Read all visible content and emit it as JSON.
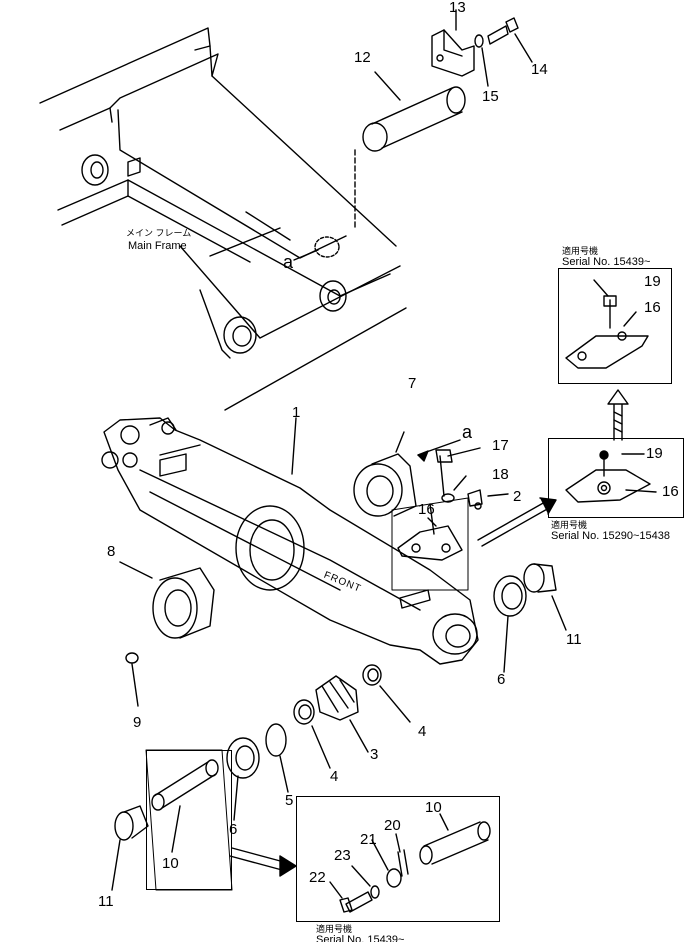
{
  "labels": {
    "main_frame_jp": "メイン フレーム",
    "main_frame_en": "Main Frame",
    "detail_a_upper": "a",
    "detail_a_lower": "a",
    "front": "FRONT",
    "serial_top_jp": "適用号機",
    "serial_top_en": "Serial  No. 15439~",
    "serial_mid_jp": "適用号機",
    "serial_mid_en": "Serial  No. 15290~15438",
    "serial_bot_jp": "適用号機",
    "serial_bot_en": "Serial  No. 15439~"
  },
  "callouts": {
    "p1": "1",
    "p2": "2",
    "p3": "3",
    "p4a": "4",
    "p4b": "4",
    "p5": "5",
    "p6a": "6",
    "p6b": "6",
    "p7": "7",
    "p8": "8",
    "p9": "9",
    "p10a": "10",
    "p10b": "10",
    "p11a": "11",
    "p11b": "11",
    "p12": "12",
    "p13": "13",
    "p14": "14",
    "p15": "15",
    "p16a": "16",
    "p16b": "16",
    "p16c": "16",
    "p17": "17",
    "p18": "18",
    "p19a": "19",
    "p19b": "19",
    "p20": "20",
    "p21": "21",
    "p22": "22",
    "p23": "23"
  },
  "colors": {
    "ink": "#000000",
    "paper": "#ffffff"
  }
}
